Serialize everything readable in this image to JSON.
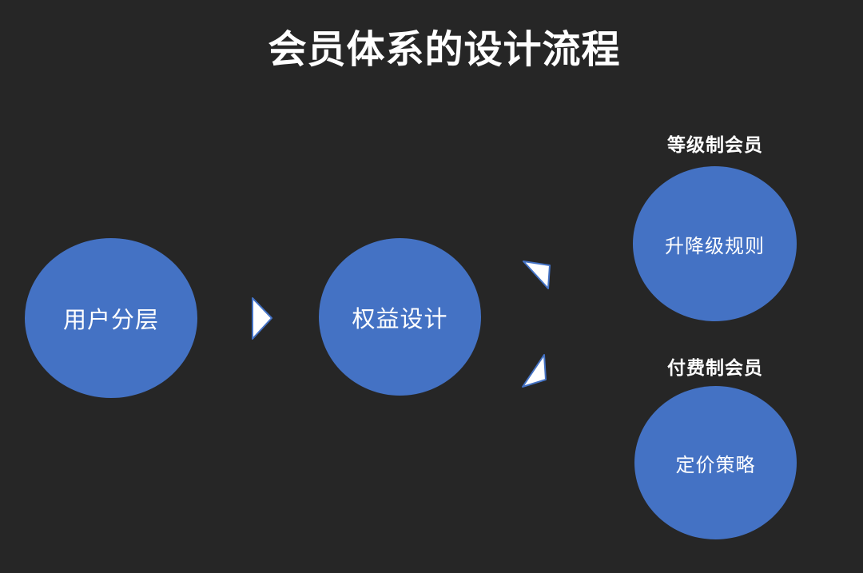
{
  "title": "会员体系的设计流程",
  "colors": {
    "background": "#262626",
    "node_fill": "#4472C4",
    "text": "#ffffff",
    "arrow_fill": "#ffffff",
    "arrow_stroke": "#4472C4"
  },
  "diagram": {
    "type": "flow",
    "nodes": [
      {
        "id": "user-segmentation",
        "label": "用户分层"
      },
      {
        "id": "benefit-design",
        "label": "权益设计"
      },
      {
        "id": "upgrade-downgrade-rules",
        "label": "升降级规则",
        "group_label": "等级制会员"
      },
      {
        "id": "pricing-strategy",
        "label": "定价策略",
        "group_label": "付费制会员"
      }
    ],
    "edges": [
      {
        "from": "user-segmentation",
        "to": "benefit-design"
      },
      {
        "from": "benefit-design",
        "to": "upgrade-downgrade-rules"
      },
      {
        "from": "benefit-design",
        "to": "pricing-strategy"
      }
    ]
  }
}
